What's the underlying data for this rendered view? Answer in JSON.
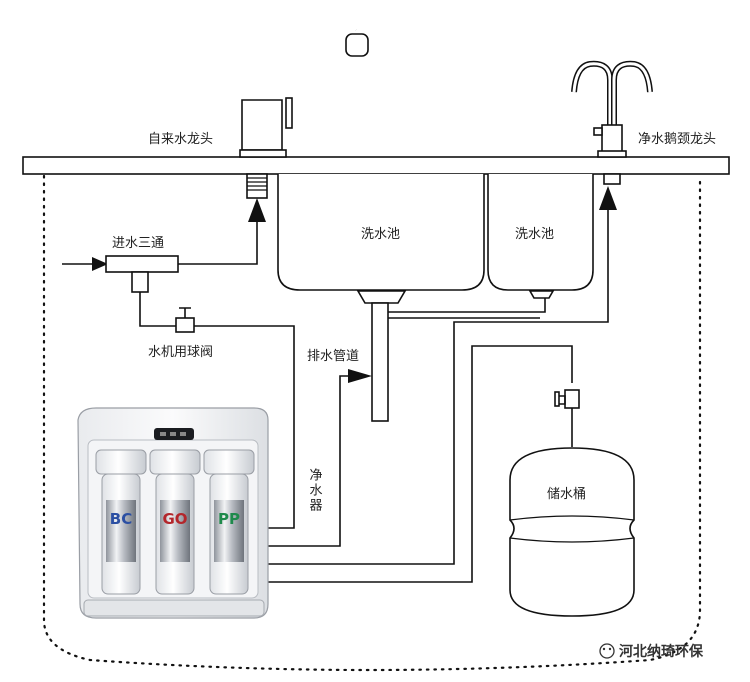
{
  "labels": {
    "tap_water_faucet": "自来水龙头",
    "gooseneck_faucet": "净水鹅颈龙头",
    "sink_left": "洗水池",
    "sink_right": "洗水池",
    "inlet_tee": "进水三通",
    "ball_valve": "水机用球阀",
    "drain_pipe": "排水管道",
    "purifier": "净水器",
    "storage_tank": "储水桶",
    "watermark": "河北纳琦环保"
  },
  "filter_labels": [
    "BC",
    "GO",
    "PP"
  ],
  "colors": {
    "line": "#111111",
    "filter_bc": "#2b4fa3",
    "filter_go": "#b3262b",
    "filter_pp": "#1f8a4c",
    "chrome": "#c9ccd2"
  }
}
